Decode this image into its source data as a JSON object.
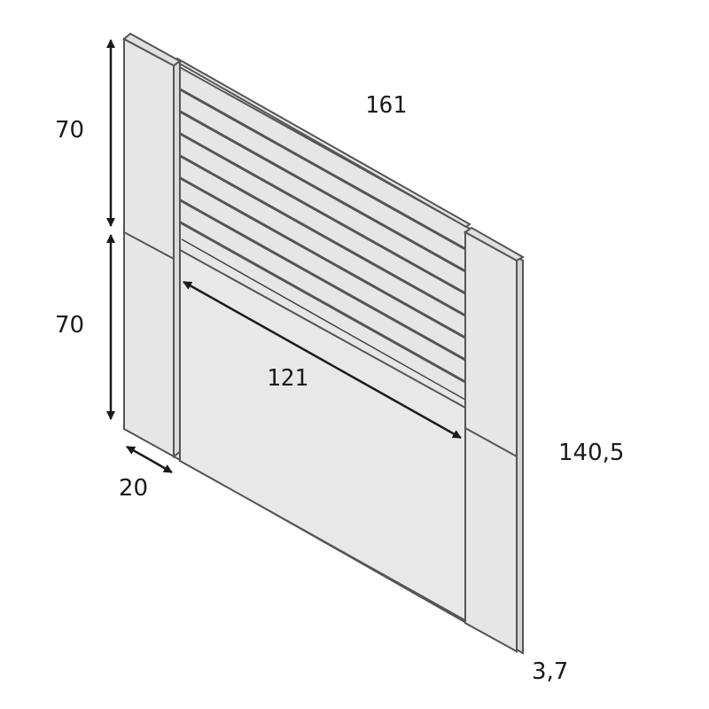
{
  "diagram": {
    "type": "isometric dimension drawing",
    "subject": "headboard with horizontal slats",
    "colors": {
      "panel_fill": "#e6e6e6",
      "edge_stroke": "#555555",
      "arrow": "#1a1a1a",
      "background": "#ffffff"
    },
    "dimensions": {
      "upper_height": "70",
      "lower_height": "70",
      "total_width": "161",
      "inner_width": "121",
      "total_height": "140,5",
      "post_depth": "20",
      "thickness": "3,7"
    },
    "slat_count": 9
  }
}
